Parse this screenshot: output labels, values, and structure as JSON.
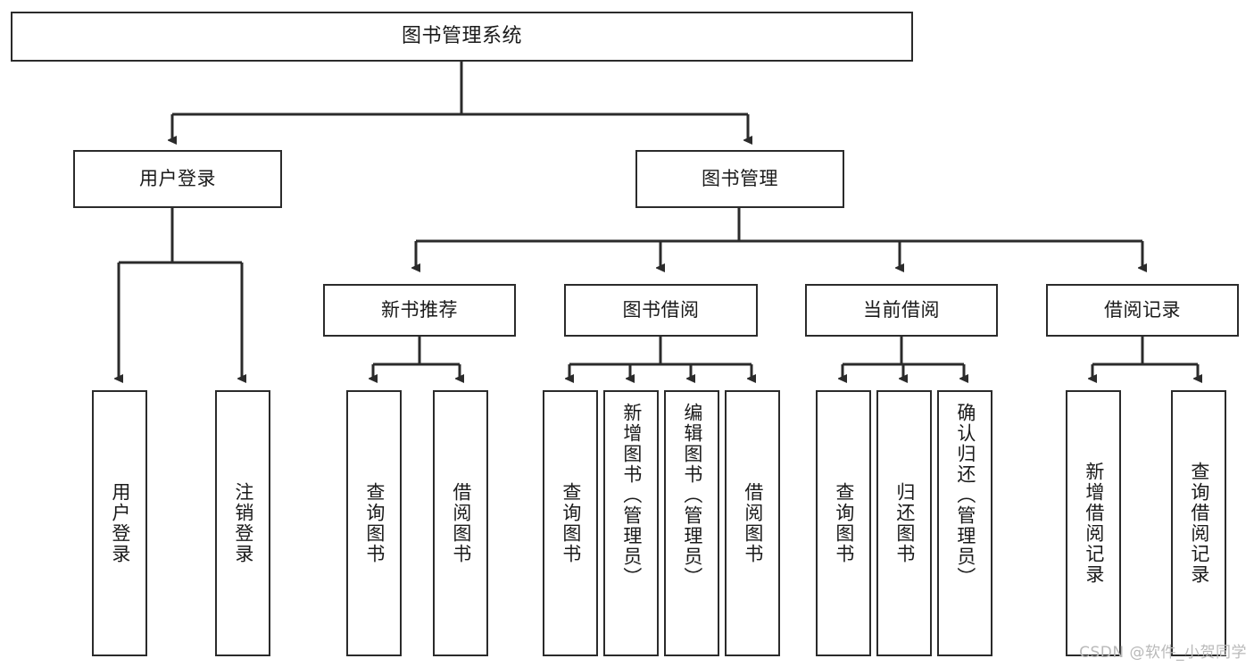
{
  "diagram": {
    "type": "tree-hierarchy-chart",
    "title": "图书管理系统",
    "watermark": "CSDN @软件_小贺同学",
    "colors": {
      "box_border": "#2b2b2b",
      "box_fill": "#ffffff",
      "edge": "#2b2b2b",
      "text": "#1a1a1a",
      "watermark": "#b9b9b9"
    },
    "nodes": {
      "root": {
        "label": "图书管理系统"
      },
      "level1": [
        {
          "label": "用户登录"
        },
        {
          "label": "图书管理"
        }
      ],
      "level2": [
        {
          "label": "新书推荐"
        },
        {
          "label": "图书借阅"
        },
        {
          "label": "当前借阅"
        },
        {
          "label": "借阅记录"
        }
      ],
      "leaves": {
        "user_login": [
          {
            "label": "用户登录"
          },
          {
            "label": "注销登录"
          }
        ],
        "new_book_recommend": [
          {
            "label": "查询图书"
          },
          {
            "label": "借阅图书"
          }
        ],
        "book_borrow": [
          {
            "label": "查询图书"
          },
          {
            "label": "新增图书（管理员）"
          },
          {
            "label": "编辑图书（管理员）"
          },
          {
            "label": "借阅图书"
          }
        ],
        "current_borrow": [
          {
            "label": "查询图书"
          },
          {
            "label": "归还图书"
          },
          {
            "label": "确认归还（管理员）"
          }
        ],
        "borrow_records": [
          {
            "label": "新增借阅记录"
          },
          {
            "label": "查询借阅记录"
          }
        ]
      }
    }
  }
}
